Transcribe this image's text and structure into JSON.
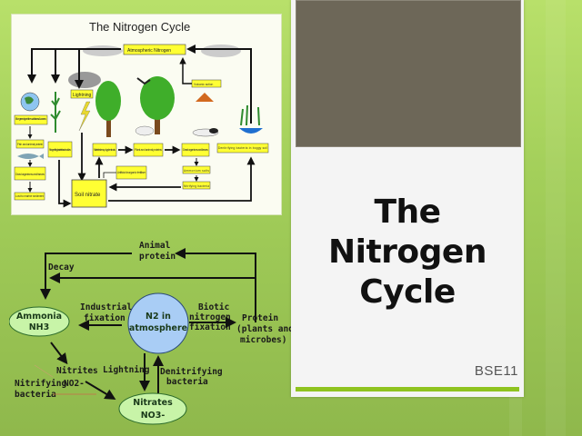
{
  "slide": {
    "title": "The Nitrogen Cycle",
    "title_line1": "The Nitrogen",
    "title_line2": "Cycle",
    "subtitle": "BSE11",
    "colors": {
      "background": "#a3cf5a",
      "panel": "#f4f4f4",
      "photo_placeholder": "#6d6758",
      "accent": "#8fc31f"
    }
  },
  "diagram_top": {
    "title": "The Nitrogen Cycle",
    "labels": {
      "atmospheric_nitrogen": "Atmospheric Nitrogen",
      "volcanic_action": "Volcanic action",
      "lightning": "Lightning",
      "blue_green_algae": "Blue green algae in the world's seas & oceans",
      "fish_protein": "Fish and animal protein",
      "nitrogen_fixing": "Nitrogen fixing bacteria in root nodules",
      "dead_organisms_left": "Dead organisms and faeces",
      "lost_to_sediment": "Lost to marine sediment",
      "nitrate_taken_up": "Nitrate taken up by plant roots",
      "plant_animal_proteins": "Plant and animal proteins",
      "dead_organisms_right": "Dead organisms and faeces",
      "denitrifying": "Denitrifying bacteria in boggy soil",
      "artificial_fertiliser": "Artificial inorganic fertiliser",
      "ammonium_salts": "Ammonium salts",
      "nitrifying_bacteria": "Nitrifying bacteria",
      "soil_nitrate": "Soil nitrate"
    }
  },
  "diagram_bottom": {
    "animal_protein_1": "Animal",
    "animal_protein_2": "protein",
    "decay": "Decay",
    "ammonia_1": "Ammonia",
    "ammonia_2": "NH3",
    "industrial_1": "Industrial",
    "industrial_2": "fixation",
    "n2_1": "N2 in",
    "n2_2": "atmosphere",
    "biotic_1": "Biotic",
    "biotic_2": "nitrogen",
    "biotic_3": "fixation",
    "protein_1": "Protein",
    "protein_2": "(plants and",
    "protein_3": "microbes)",
    "nitrites_1": "Nitrites",
    "nitrites_2": "NO2-",
    "nitrifying_1": "Nitrifying",
    "nitrifying_2": "bacteria",
    "lightning": "Lightning",
    "denitrifying_1": "Denitrifying",
    "denitrifying_2": "bacteria",
    "nitrates_1": "Nitrates",
    "nitrates_2": "NO3-"
  }
}
